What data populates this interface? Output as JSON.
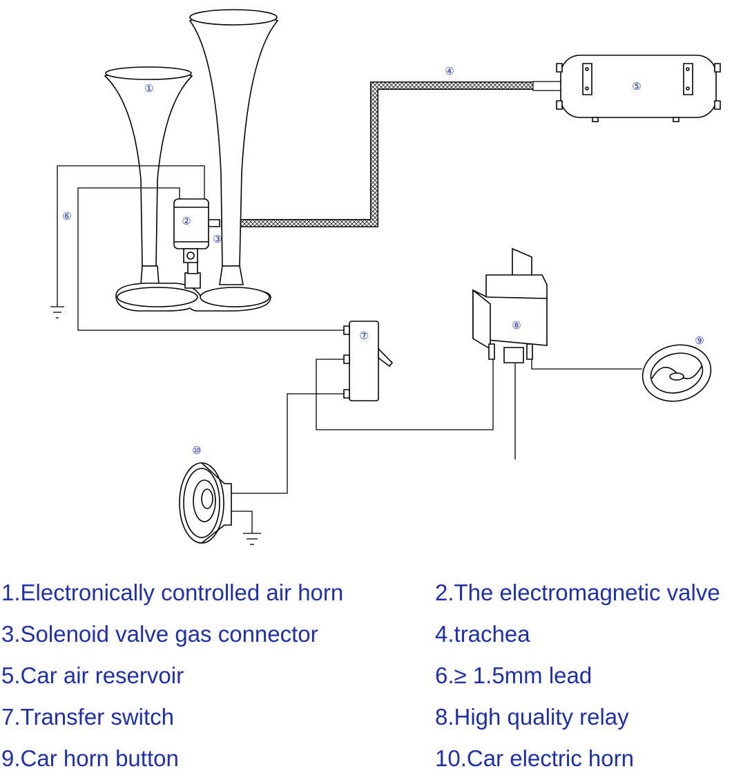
{
  "callouts": {
    "c1": "①",
    "c2": "②",
    "c3": "③",
    "c4": "④",
    "c5": "⑤",
    "c6": "⑥",
    "c7": "⑦",
    "c8": "⑧",
    "c9": "⑨",
    "c10": "⑩"
  },
  "legend": [
    {
      "left": "1.Electronically controlled air horn",
      "right": "2.The electromagnetic valve"
    },
    {
      "left": "3.Solenoid valve gas connector",
      "right": "4.trachea"
    },
    {
      "left": "5.Car air reservoir",
      "right": "6.≥ 1.5mm lead"
    },
    {
      "left": "7.Transfer switch",
      "right": "8.High quality relay"
    },
    {
      "left": "9.Car horn button",
      "right": "10.Car electric horn"
    }
  ],
  "colors": {
    "label_blue": "#1f2fa8",
    "line": "#000000"
  }
}
